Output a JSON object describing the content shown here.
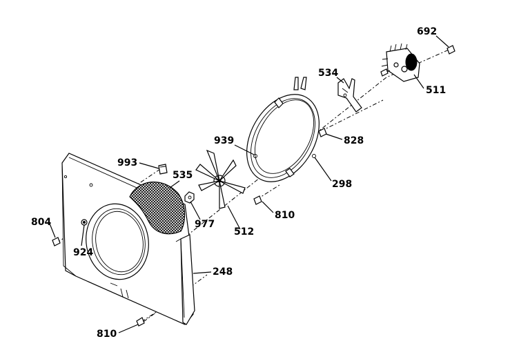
{
  "labels": {
    "p692": "692",
    "p534": "534",
    "p511": "511",
    "p828": "828",
    "p939": "939",
    "p993": "993",
    "p535": "535",
    "p298": "298",
    "p810a": "810",
    "p977": "977",
    "p512": "512",
    "p804": "804",
    "p924": "924",
    "p248": "248",
    "p810b": "810"
  },
  "colors": {
    "ink": "#000000",
    "paper": "#ffffff"
  }
}
